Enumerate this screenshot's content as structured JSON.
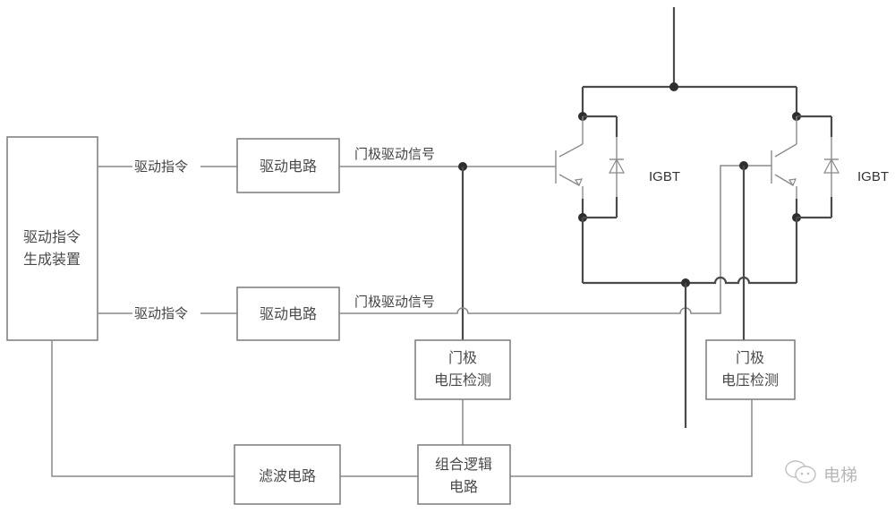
{
  "diagram": {
    "blocks": {
      "generator_line1": "驱动指令",
      "generator_line2": "生成装置",
      "drive_circuit_top": "驱动电路",
      "drive_circuit_bottom": "驱动电路",
      "gate_detect_left_line1": "门极",
      "gate_detect_left_line2": "电压检测",
      "gate_detect_right_line1": "门极",
      "gate_detect_right_line2": "电压检测",
      "filter_circuit": "滤波电路",
      "logic_line1": "组合逻辑",
      "logic_line2": "电路"
    },
    "signals": {
      "drive_command_top": "驱动指令",
      "drive_command_bottom": "驱动指令",
      "gate_signal_top": "门极驱动信号",
      "gate_signal_bottom": "门极驱动信号"
    },
    "components": {
      "igbt_left": "IGBT",
      "igbt_right": "IGBT"
    },
    "watermark": {
      "icon": "wechat-icon",
      "text": "电梯"
    }
  }
}
